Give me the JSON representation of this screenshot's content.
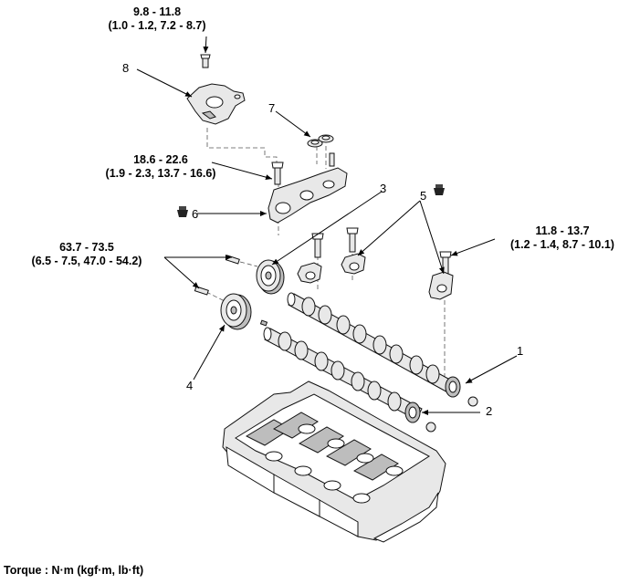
{
  "torques": {
    "t1_main": "9.8 - 11.8",
    "t1_sub": "(1.0 - 1.2, 7.2 - 8.7)",
    "t2_main": "18.6 - 22.6",
    "t2_sub": "(1.9 - 2.3, 13.7 - 16.6)",
    "t3_main": "63.7 - 73.5",
    "t3_sub": "(6.5 - 7.5, 47.0 - 54.2)",
    "t4_main": "11.8 - 13.7",
    "t4_sub": "(1.2 - 1.4, 8.7 - 10.1)"
  },
  "callouts": {
    "c1": "1",
    "c2": "2",
    "c3": "3",
    "c4": "4",
    "c5": "5",
    "c6": "6",
    "c7": "7",
    "c8": "8"
  },
  "legend": "Torque : N·m (kgf·m, lb·ft)"
}
